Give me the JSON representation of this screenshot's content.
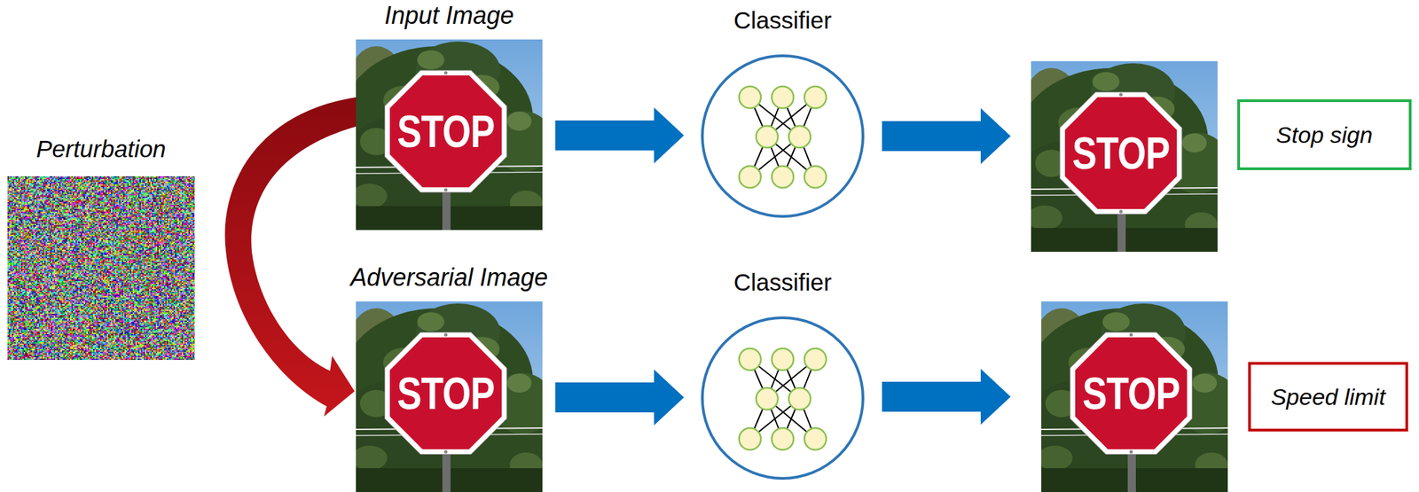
{
  "diagram": {
    "nodes": [
      {
        "text": [
          "Perturbation"
        ]
      },
      {
        "text": [
          "Input Image"
        ]
      },
      {
        "text": [
          "Adversarial Image"
        ]
      },
      {
        "text": [
          "Classifier"
        ]
      },
      {
        "text": [
          "Classifier"
        ]
      },
      {
        "text": [
          "Stop sign"
        ]
      },
      {
        "text": [
          "Speed limit"
        ]
      }
    ],
    "edges": [
      {
        "from": 1,
        "to": 2,
        "arrow": "to"
      },
      {
        "from": 1,
        "to": 3,
        "arrow": "to"
      },
      {
        "from": 2,
        "to": 4,
        "arrow": "to"
      }
    ],
    "labels": [
      "STOP",
      "STOP",
      "STOP",
      "STOP"
    ]
  }
}
